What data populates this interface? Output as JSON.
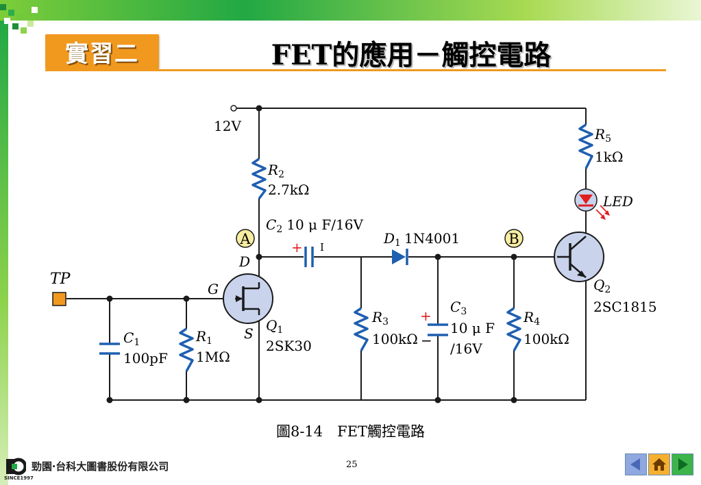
{
  "header": {
    "tag_label": "實習二",
    "title": "FET的應用－觸控電路"
  },
  "diagram": {
    "supply": "12V",
    "tp_label": "TP",
    "node_a": "A",
    "node_b": "B",
    "d_label": "D",
    "g_label": "G",
    "s_label": "S",
    "q1_label": "Q",
    "q1_sub": "1",
    "q1_part": "2SK30",
    "q2_label": "Q",
    "q2_sub": "2",
    "q2_part": "2SC1815",
    "r1_label": "R",
    "r1_sub": "1",
    "r1_value": "1MΩ",
    "r2_label": "R",
    "r2_sub": "2",
    "r2_value": "2.7kΩ",
    "r3_label": "R",
    "r3_sub": "3",
    "r3_value": "100kΩ",
    "r4_label": "R",
    "r4_sub": "4",
    "r4_value": "100kΩ",
    "r5_label": "R",
    "r5_sub": "5",
    "r5_value": "1kΩ",
    "c1_label": "C",
    "c1_sub": "1",
    "c1_value": "100pF",
    "c2_label": "C",
    "c2_sub": "2",
    "c2_value": "10 μ F/16V",
    "c3_label": "C",
    "c3_sub": "3",
    "c3_value1": "10 μ F",
    "c3_value2": "/16V",
    "d1_label": "D",
    "d1_sub": "1",
    "d1_part": "1N4001",
    "led_label": "LED",
    "plus": "+",
    "minus": "−",
    "c2_neg_mark": "I"
  },
  "caption": "圖8-14　FET觸控電路",
  "footer": {
    "publisher": "勁園‧台科大圖書股份有限公司",
    "since": "SINCE1997",
    "page": "25"
  },
  "colors": {
    "accent": "#f1991e",
    "wire": "#1a1a1a",
    "component": "#1e5fb0",
    "transistor_fill": "#c9d3ec",
    "node_fill": "#f7eda0",
    "led_red": "#e02020"
  }
}
